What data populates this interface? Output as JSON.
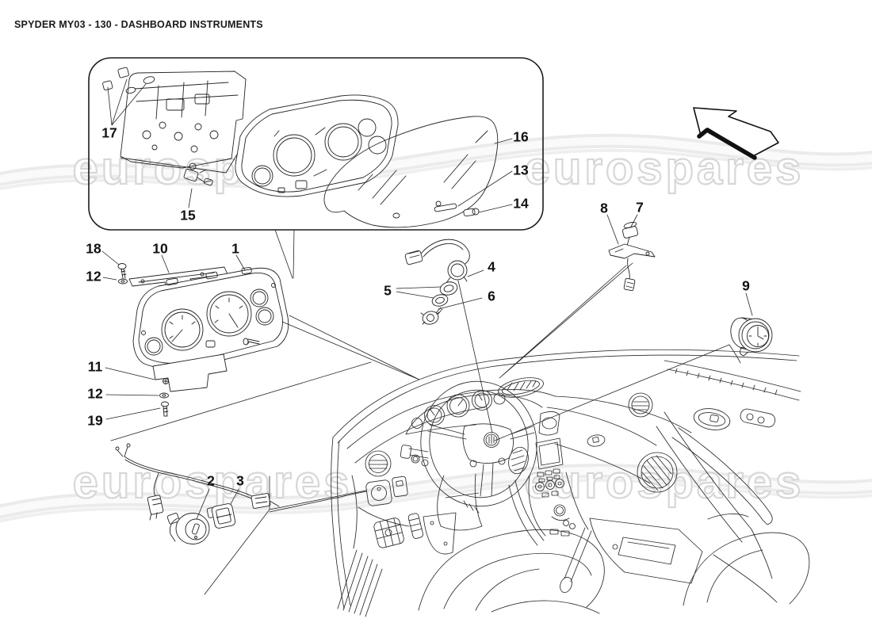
{
  "header": {
    "title": "SPYDER MY03 - 130 - DASHBOARD INSTRUMENTS"
  },
  "watermark": {
    "text": "eurospares",
    "color": "#d7d7d7"
  },
  "colors": {
    "line": "#1f1f1f",
    "background": "#ffffff",
    "watermark_gray": "#d7d7d7"
  },
  "icons": {
    "direction_arrow": "up-left-3d-arrow"
  },
  "callouts": {
    "c1": "1",
    "c2": "2",
    "c3": "3",
    "c4": "4",
    "c5": "5",
    "c6": "6",
    "c7": "7",
    "c8": "8",
    "c9": "9",
    "c10": "10",
    "c11": "11",
    "c12": "12",
    "c13": "13",
    "c14": "14",
    "c15": "15",
    "c16": "16",
    "c17": "17",
    "c18": "18",
    "c19": "19"
  }
}
